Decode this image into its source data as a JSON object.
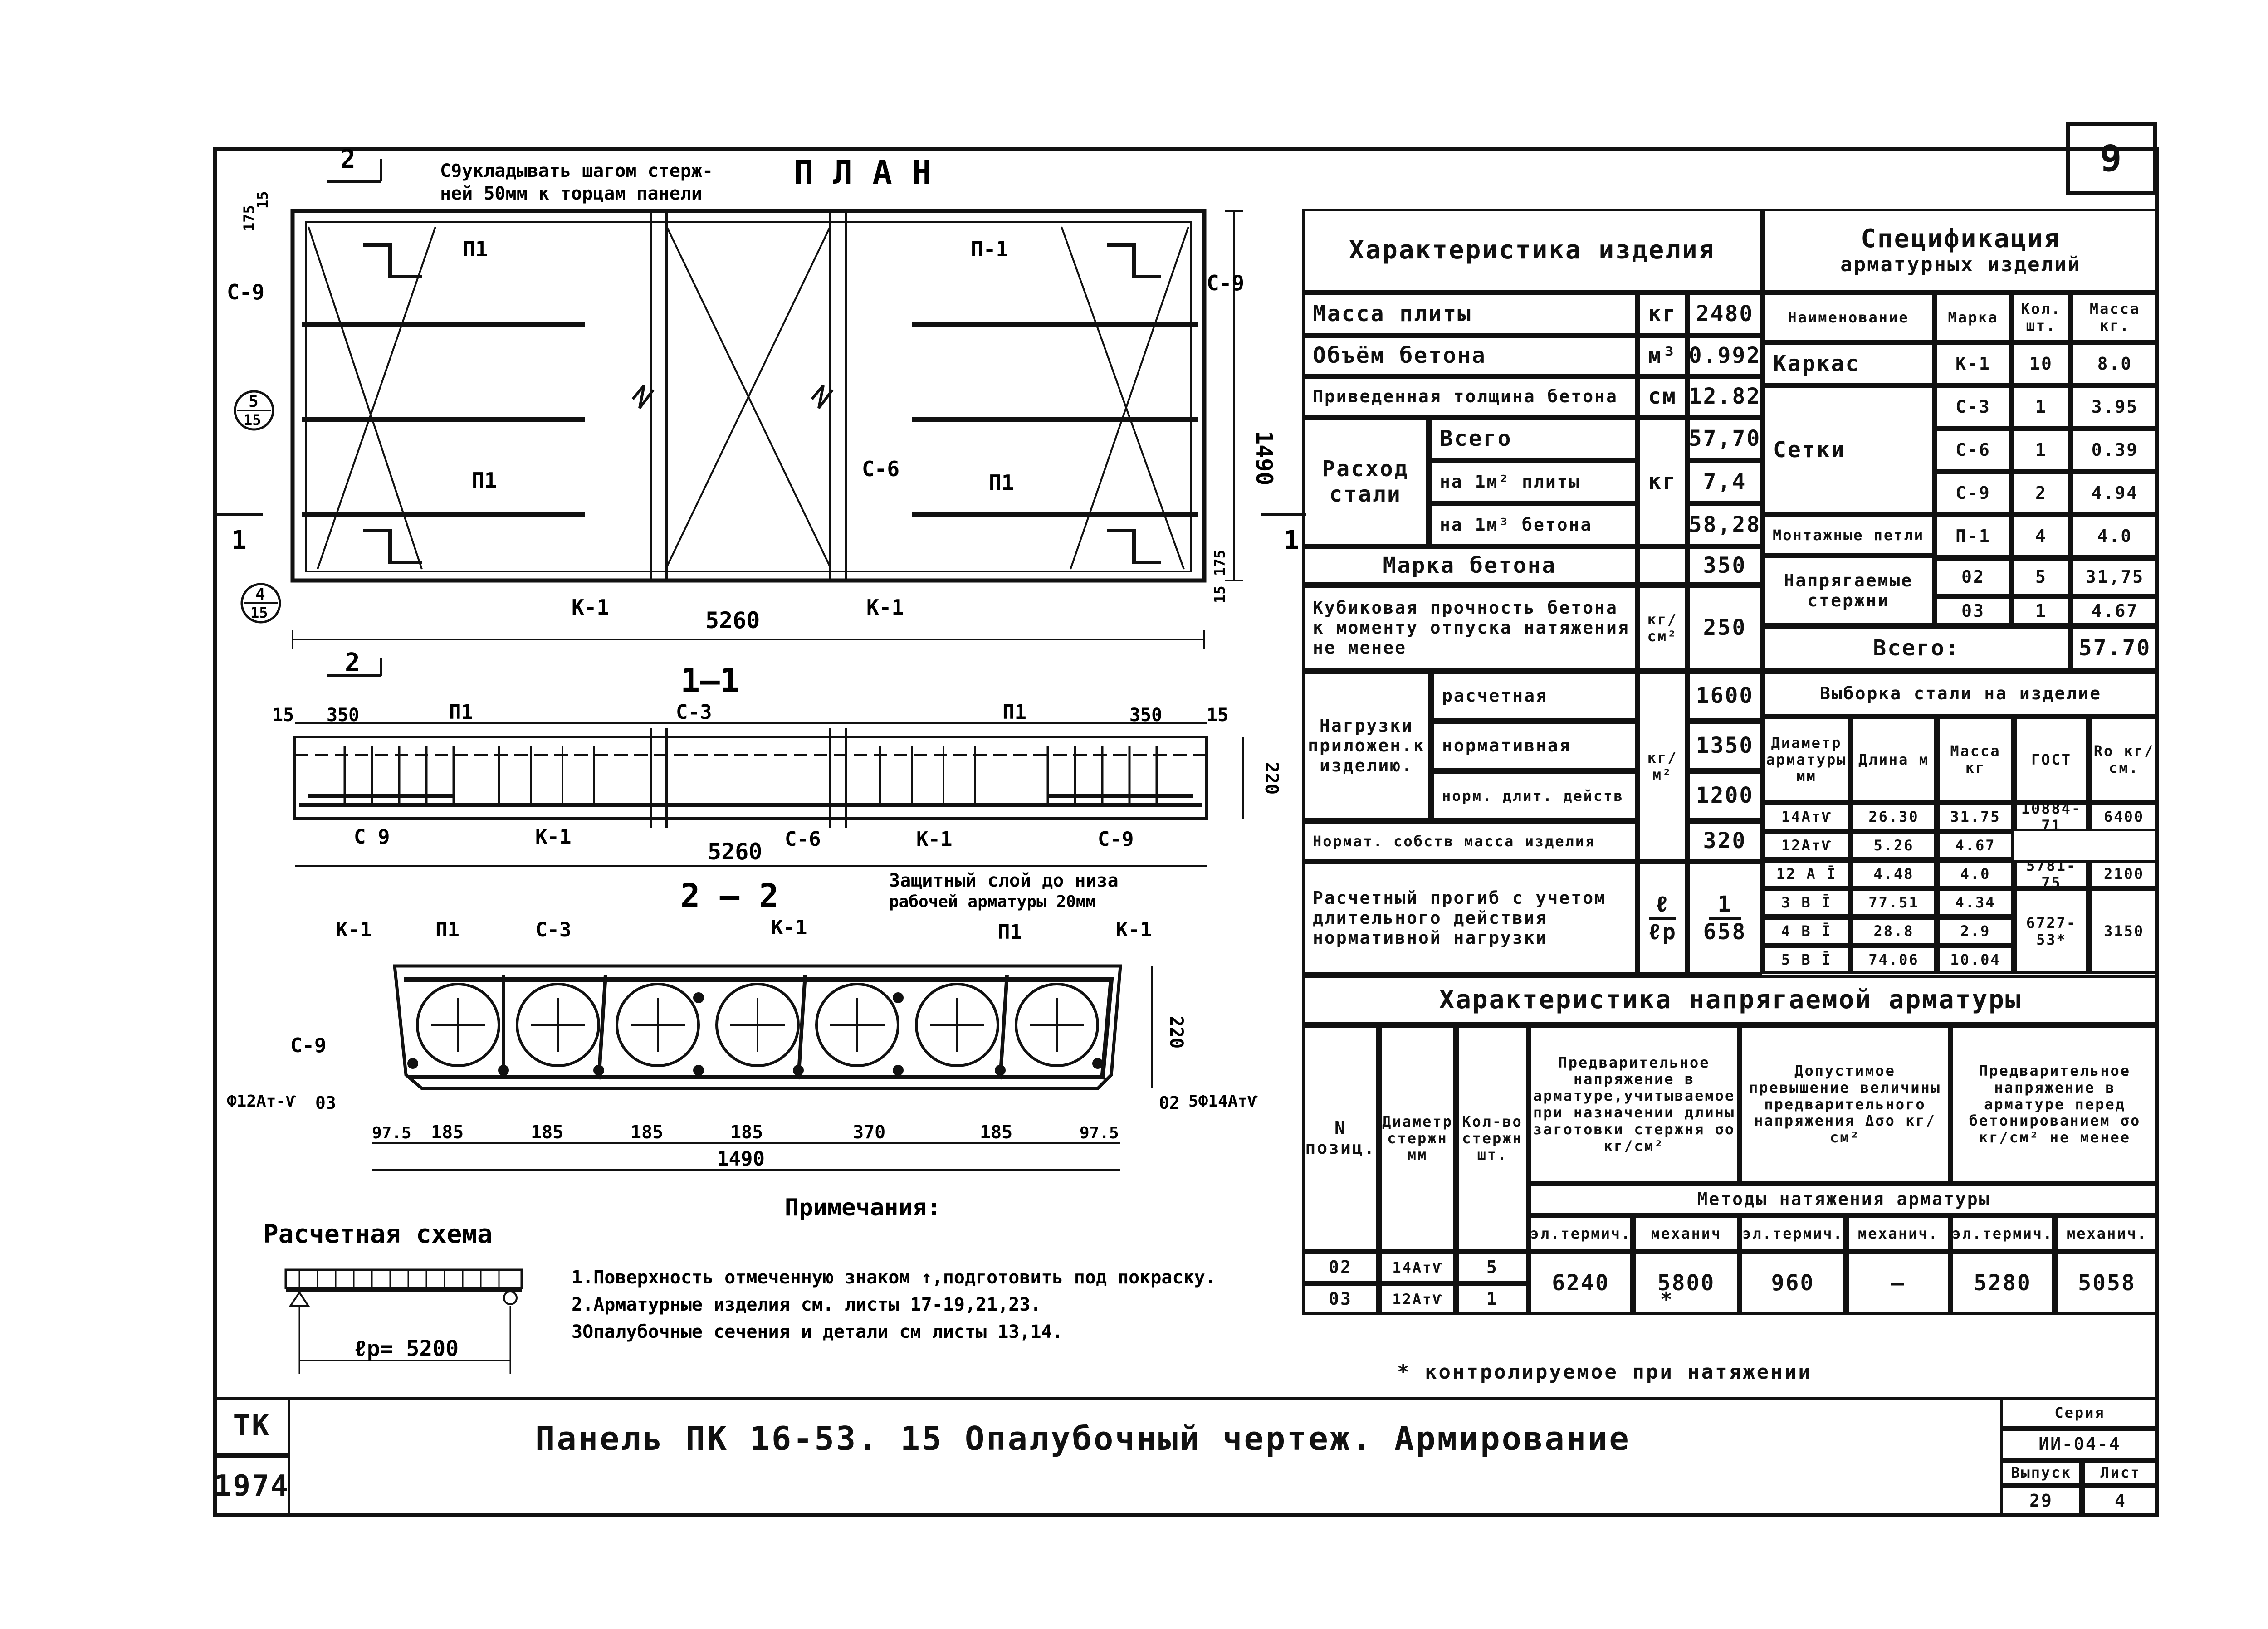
{
  "sheet_no": "9",
  "plan": {
    "title": "П Л А Н",
    "note": "С9укладывать шагом стерж-",
    "note2": "ней 50мм к торцам панели",
    "labels": [
      "П1",
      "П-1",
      "П1",
      "П1",
      "С-9",
      "С-9",
      "С-6",
      "К-1",
      "К-1"
    ],
    "dim_length": "5260",
    "dim_width": "1490",
    "dim_175": "175",
    "dim_15": "15",
    "mark_5_15_top": "5",
    "mark_5_15_bot": "15",
    "mark_4_15_top": "4",
    "mark_4_15_bot": "15",
    "section_2": "2",
    "section_1": "1"
  },
  "section11": {
    "title": "1—1",
    "dim_15a": "15",
    "dim_350a": "350",
    "dim_350b": "350",
    "dim_15b": "15",
    "dim_220": "220",
    "dim_5260": "5260",
    "labels": [
      "П1",
      "С-3",
      "П1",
      "С 9",
      "К-1",
      "С-6",
      "К-1",
      "С-9"
    ],
    "cover_note1": "Защитный слой до низа",
    "cover_note2": "рабочей арматуры 20мм"
  },
  "section22": {
    "title": "2 — 2",
    "labels": [
      "К-1",
      "П1",
      "С-3",
      "К-1",
      "П1",
      "К-1",
      "С-9"
    ],
    "left_bar": "Ф12Ат-Ѵ",
    "left_pos": "03",
    "right_bar": "5Ф14АтѴ",
    "right_pos": "02",
    "dim_220": "220",
    "dims": [
      "97.5",
      "185",
      "185",
      "185",
      "185",
      "370",
      "185",
      "97.5"
    ],
    "dim_total": "1490"
  },
  "scheme": {
    "title": "Расчетная схема",
    "span": "ℓр= 5200"
  },
  "notes": {
    "title": "Примечания:",
    "items": [
      "1.Поверхность отмеченную знаком ↑,подготовить под покраску.",
      "2.Арматурные изделия см. листы 17-19,21,23.",
      "3Опалубочные сечения и детали см листы 13,14."
    ]
  },
  "characteristics": {
    "title": "Характеристика изделия",
    "mass_label": "Масса плиты",
    "mass_unit": "кг",
    "mass_value": "2480",
    "volume_label": "Объём бетона",
    "volume_unit": "м³",
    "volume_value": "0.992",
    "thick_label": "Приведенная толщина бетона",
    "thick_unit": "см",
    "thick_value": "12.82",
    "steel_label": "Расход стали",
    "steel_unit": "кг",
    "steel_rows": [
      {
        "label": "Всего",
        "value": "57,70"
      },
      {
        "label": "на 1м² плиты",
        "value": "7,4"
      },
      {
        "label": "на 1м³ бетона",
        "value": "58,28"
      }
    ],
    "grade_label": "Марка бетона",
    "grade_value": "350",
    "cube_label": "Кубиковая прочность бетона к моменту отпуска натяжения не менее",
    "cube_unit": "кг/см²",
    "cube_value": "250",
    "load_label": "Нагрузки приложен.к изделию.",
    "load_unit": "кг/м²",
    "load_rows": [
      {
        "label": "расчетная",
        "value": "1600"
      },
      {
        "label": "нормативная",
        "value": "1350"
      },
      {
        "label": "норм. длит. действ",
        "value": "1200"
      }
    ],
    "own_label": "Нормат. собств масса изделия",
    "own_value": "320",
    "defl_label": "Расчетный прогиб с учетом длительного действия нормативной нагрузки",
    "defl_unit_top": "ℓ",
    "defl_unit_bot": "ℓр",
    "defl_value_top": "1",
    "defl_value_bot": "658"
  },
  "specification": {
    "title": "Спецификация",
    "subtitle": "арматурных изделий",
    "headers": [
      "Наименование",
      "Марка",
      "Кол. шт.",
      "Масса кг."
    ],
    "rows": [
      {
        "name": "Каркас",
        "mark": "К-1",
        "qty": "10",
        "mass": "8.0"
      },
      {
        "name": "Сетки",
        "mark": "С-3",
        "qty": "1",
        "mass": "3.95"
      },
      {
        "name": "",
        "mark": "С-6",
        "qty": "1",
        "mass": "0.39"
      },
      {
        "name": "",
        "mark": "С-9",
        "qty": "2",
        "mass": "4.94"
      },
      {
        "name": "Монтажные петли",
        "mark": "П-1",
        "qty": "4",
        "mass": "4.0"
      },
      {
        "name": "Напрягаемые стержни",
        "mark": "02",
        "qty": "5",
        "mass": "31,75"
      },
      {
        "name": "",
        "mark": "03",
        "qty": "1",
        "mass": "4.67"
      }
    ],
    "total_label": "Всего:",
    "total_value": "57.70"
  },
  "steel_selection": {
    "title": "Выборка стали на изделие",
    "headers": [
      "Диаметр арматуры мм",
      "Длина м",
      "Масса кг",
      "ГОСТ",
      "Rо кг/см."
    ],
    "rows": [
      {
        "d": "14АтѴ",
        "len": "26.30",
        "mass": "31.75",
        "gost": "10884-71",
        "ro": "6400"
      },
      {
        "d": "12АтѴ",
        "len": "5.26",
        "mass": "4.67",
        "gost": "",
        "ro": ""
      },
      {
        "d": "12 А Ī",
        "len": "4.48",
        "mass": "4.0",
        "gost": "5781-75",
        "ro": "2100"
      },
      {
        "d": "3 В Ī",
        "len": "77.51",
        "mass": "4.34",
        "gost": "6727-53*",
        "ro": "3150"
      },
      {
        "d": "4 В Ī",
        "len": "28.8",
        "mass": "2.9",
        "gost": "",
        "ro": ""
      },
      {
        "d": "5 В Ī",
        "len": "74.06",
        "mass": "10.04",
        "gost": "",
        "ro": ""
      }
    ]
  },
  "prestress": {
    "title": "Характеристика напрягаемой арматуры",
    "h_pos": "N позиц.",
    "h_diam": "Диаметр стержн мм",
    "h_qty": "Кол-во стержн шт.",
    "h_pre": "Предварительное напряжение в арматуре,учитываемое при назначении длины заготовки стержня σо кг/см²",
    "h_allow": "Допустимое превышение величины предварительного напряжения Δσо кг/см²",
    "h_before": "Предварительное напряжение в арматуре перед бетонированием σо кг/см² не менее",
    "methods": "Методы натяжения арматуры",
    "sub": [
      "эл.термич.",
      "механич",
      "эл.термич.",
      "механич.",
      "эл.термич.",
      "механич."
    ],
    "rows": [
      {
        "pos": "02",
        "d": "14АтѴ",
        "qty": "5"
      },
      {
        "pos": "03",
        "d": "12АтѴ",
        "qty": "1"
      }
    ],
    "values": [
      "6240",
      "5800",
      "960",
      "—",
      "5280",
      "5058"
    ],
    "asterisk": "*",
    "footnote": "* контролируемое при натяжении"
  },
  "titleblock": {
    "tk": "ТК",
    "year": "1974",
    "title": "Панель ПК 16-53. 15 Опалубочный чертеж. Армирование",
    "series_label": "Серия",
    "series": "ИИ-04-4",
    "issue_label": "Выпуск",
    "issue": "29",
    "sheet_label": "Лист",
    "sheet": "4"
  }
}
